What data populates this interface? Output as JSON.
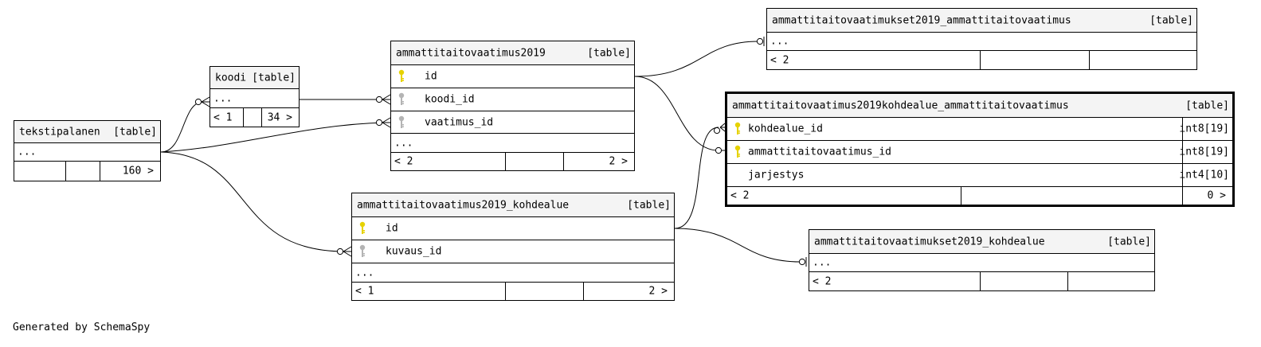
{
  "tables": {
    "tekstipalanen": {
      "name": "tekstipalanen",
      "kind": "[table]",
      "ellipsis": "...",
      "footer": {
        "left": "",
        "right": "160 >"
      }
    },
    "koodi": {
      "name": "koodi",
      "kind": "[table]",
      "ellipsis": "...",
      "footer": {
        "left": "< 1",
        "right": "34 >"
      }
    },
    "ammattitaitovaatimus2019": {
      "name": "ammattitaitovaatimus2019",
      "kind": "[table]",
      "columns": [
        {
          "name": "id",
          "key": "primary"
        },
        {
          "name": "koodi_id",
          "key": "foreign"
        },
        {
          "name": "vaatimus_id",
          "key": "foreign"
        }
      ],
      "ellipsis": "...",
      "footer": {
        "left": "< 2",
        "right": "2 >"
      }
    },
    "ammattitaitovaatimus2019_kohdealue": {
      "name": "ammattitaitovaatimus2019_kohdealue",
      "kind": "[table]",
      "columns": [
        {
          "name": "id",
          "key": "primary"
        },
        {
          "name": "kuvaus_id",
          "key": "foreign"
        }
      ],
      "ellipsis": "...",
      "footer": {
        "left": "< 1",
        "right": "2 >"
      }
    },
    "ammattitaitovaatimukset2019_ammattitaitovaatimus": {
      "name": "ammattitaitovaatimukset2019_ammattitaitovaatimus",
      "kind": "[table]",
      "ellipsis": "...",
      "footer": {
        "left": "< 2",
        "right": ""
      }
    },
    "ammattitaitovaatimus2019kohdealue_ammattitaitovaatimus": {
      "name": "ammattitaitovaatimus2019kohdealue_ammattitaitovaatimus",
      "kind": "[table]",
      "columns": [
        {
          "name": "kohdealue_id",
          "key": "primary",
          "type": "int8[19]"
        },
        {
          "name": "ammattitaitovaatimus_id",
          "key": "primary",
          "type": "int8[19]"
        },
        {
          "name": "jarjestys",
          "key": "none",
          "type": "int4[10]"
        }
      ],
      "footer": {
        "left": "< 2",
        "right": "0 >"
      }
    },
    "ammattitaitovaatimukset2019_kohdealue": {
      "name": "ammattitaitovaatimukset2019_kohdealue",
      "kind": "[table]",
      "ellipsis": "...",
      "footer": {
        "left": "< 2",
        "right": ""
      }
    }
  },
  "credit": "Generated by SchemaSpy",
  "colors": {
    "primary_key": "#e6d200",
    "foreign_key": "#b4b4b4",
    "header_bg": "#f4f4f4"
  }
}
